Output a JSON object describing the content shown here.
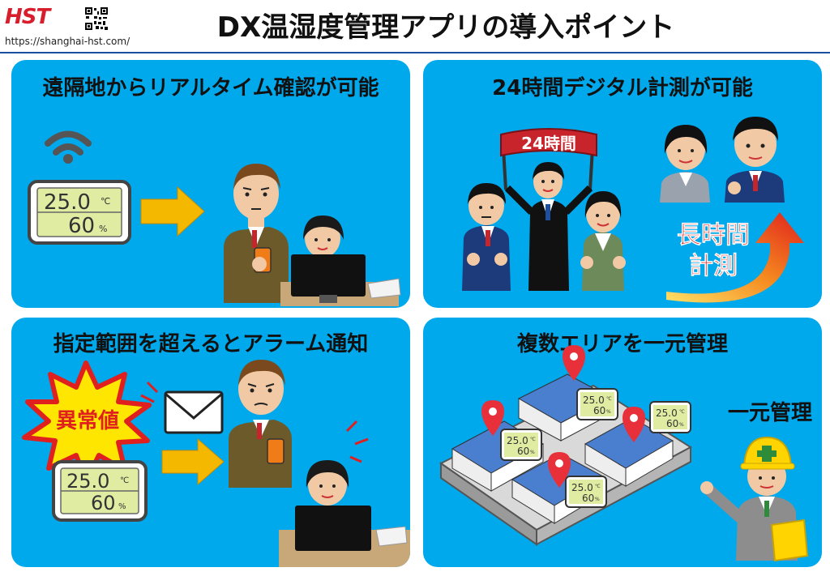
{
  "header": {
    "logo_text": "HST",
    "url": "https://shanghai-hst.com/",
    "title": "DX温湿度管理アプリの導入ポイント"
  },
  "panels": [
    {
      "title": "遠隔地からリアルタイム確認が可能",
      "sensor": {
        "temperature": "25.0",
        "temp_unit": "℃",
        "humidity": "60",
        "hum_unit": "%"
      }
    },
    {
      "title": "24時間デジタル計測が可能",
      "banner": "24時間",
      "callout_line1": "長時間",
      "callout_line2": "計測"
    },
    {
      "title": "指定範囲を超えるとアラーム通知",
      "burst": "異常値",
      "sensor": {
        "temperature": "25.0",
        "temp_unit": "℃",
        "humidity": "60",
        "hum_unit": "%"
      }
    },
    {
      "title": "複数エリアを一元管理",
      "label": "一元管理",
      "sensor": {
        "temperature": "25.0",
        "temp_unit": "℃",
        "humidity": "60",
        "hum_unit": "%"
      }
    }
  ],
  "colors": {
    "panel_bg": "#00a8ec",
    "logo_red": "#d81e2c",
    "logo_blue": "#1d4fa0",
    "arrow": "#f5b800",
    "lcd": "#dfeca2",
    "pin": "#e8303a"
  }
}
